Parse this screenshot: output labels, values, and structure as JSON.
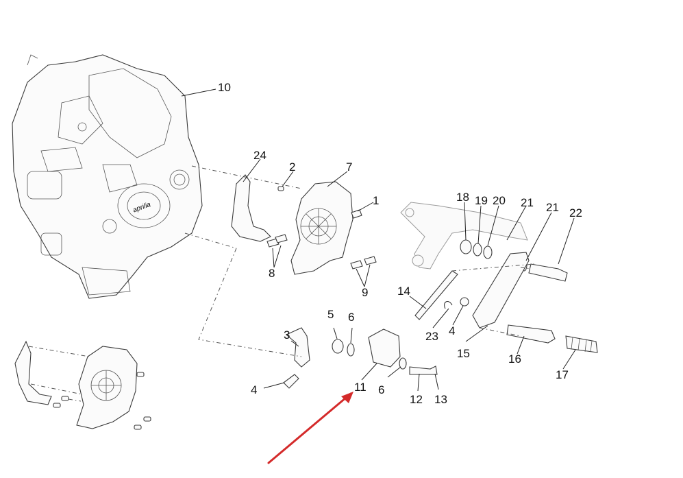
{
  "diagram": {
    "brand_on_cover": "aprilia",
    "callouts": {
      "c10": "10",
      "c24": "24",
      "c2": "2",
      "c7": "7",
      "c1": "1",
      "c8": "8",
      "c9": "9",
      "c18": "18",
      "c19": "19",
      "c20": "20",
      "c21a": "21",
      "c21b": "21",
      "c22": "22",
      "c14": "14",
      "c23": "23",
      "c4a": "4",
      "c4b": "4",
      "c15": "15",
      "c16": "16",
      "c17": "17",
      "c3": "3",
      "c5": "5",
      "c6a": "6",
      "c6b": "6",
      "c11": "11",
      "c12": "12",
      "c13": "13"
    },
    "arrow_color": "#d42a2a"
  }
}
